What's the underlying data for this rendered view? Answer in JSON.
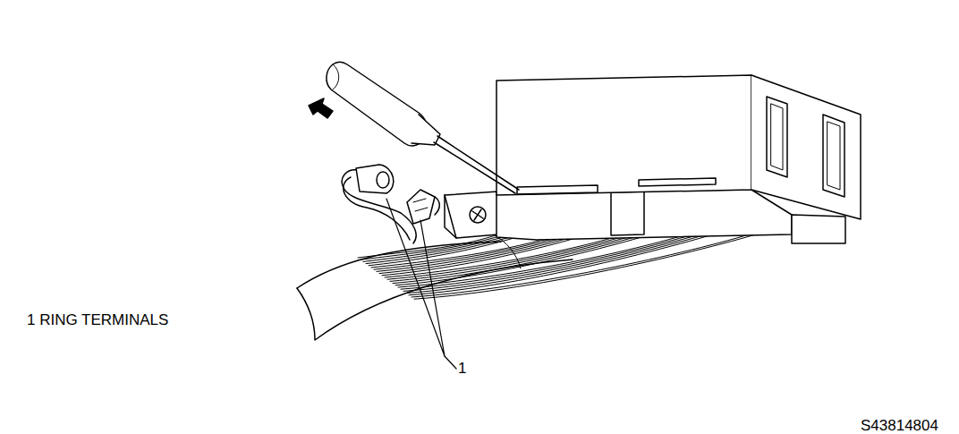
{
  "diagram": {
    "labels": [
      "1 RING TERMINALS",
      "1",
      "S43814804"
    ]
  }
}
